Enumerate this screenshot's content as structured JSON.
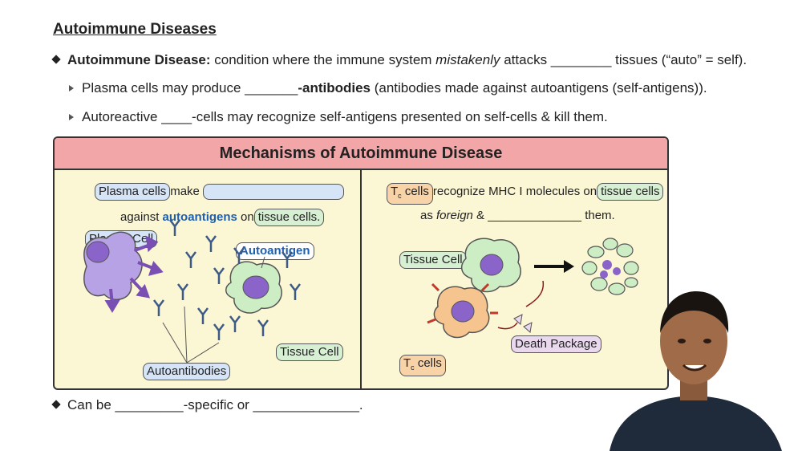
{
  "page": {
    "title": "Autoimmune Diseases"
  },
  "bullets": {
    "b1": {
      "term": "Autoimmune Disease:",
      "text_a": " condition where the immune system ",
      "italic": "mistakenly",
      "text_b": " attacks ________ tissues (“auto” = self)."
    },
    "b2": {
      "text_a": "Plasma cells may produce _______",
      "bold": "-antibodies",
      "text_b": " (antibodies made against autoantigens (self-antigens))."
    },
    "b3": {
      "text": "Autoreactive ____-cells may recognize self-antigens presented on self-cells & kill them."
    },
    "b4": {
      "text": "Can be _________-specific or ______________."
    }
  },
  "diagram": {
    "heading": "Mechanisms of Autoimmune Disease",
    "left": {
      "pill_plasma_cells": "Plasma cells",
      "make": "make",
      "against": "against ",
      "autoantigens": "autoantigens",
      "on": " on",
      "pill_tissue_cells": "tissue cells.",
      "label_plasma_cell": "Plasma Cell",
      "label_autoantigen": "Autoantigen",
      "label_tissue_cell": "Tissue Cell",
      "label_autoantibodies": "Autoantibodies"
    },
    "right": {
      "pill_tc_cells": "T",
      "tc_sub": "c",
      "tc_rest": " cells",
      "recognize": "recognize MHC I molecules on",
      "pill_tissue_cells": "tissue cells",
      "as": "as ",
      "foreign": "foreign",
      "and_blank": " & ______________ them.",
      "label_tissue_cell": "Tissue Cell",
      "label_death_package": "Death Package",
      "label_tc": "T",
      "label_tc_sub": "c",
      "label_tc_rest": " cells"
    }
  },
  "colors": {
    "header_bg": "#f2a6a8",
    "panel_bg": "#fbf6d4",
    "accent_blue": "#1f5fb0"
  }
}
